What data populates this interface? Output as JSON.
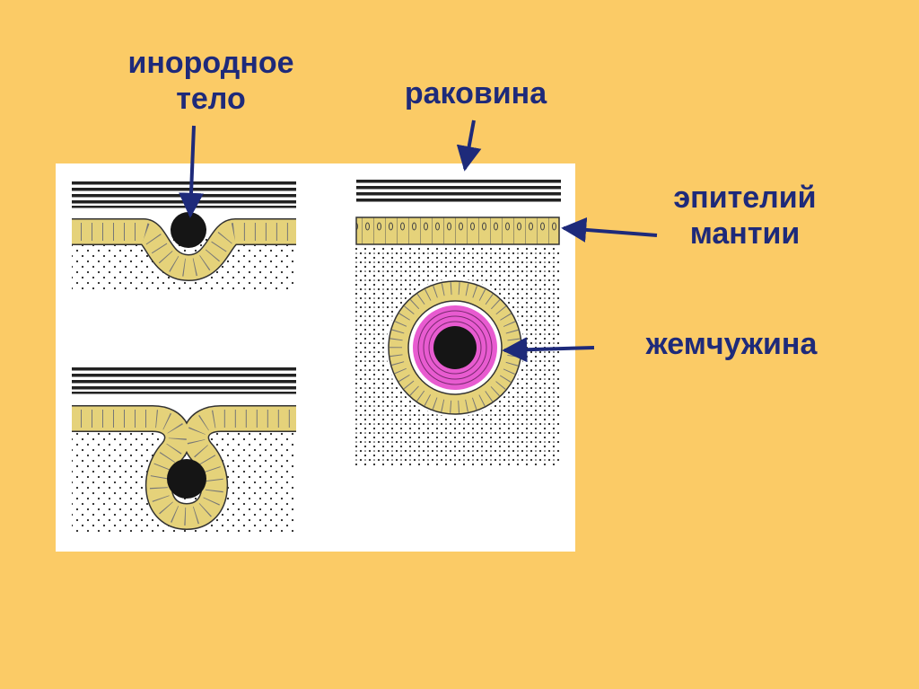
{
  "labels": {
    "foreign_body_line1": "инородное",
    "foreign_body_line2": "тело",
    "shell": "раковина",
    "epithelium_line1": "эпителий",
    "epithelium_line2": "мантии",
    "pearl": "жемчужина"
  },
  "colors": {
    "background": "#FBCB66",
    "panel": "#FFFFFF",
    "label_text": "#1E2A7A",
    "arrow": "#1E2A7A",
    "shell_layers": "#222222",
    "epithelium_fill": "#E5D27A",
    "nacre": "#E85BD0",
    "nucleus": "#151515"
  }
}
